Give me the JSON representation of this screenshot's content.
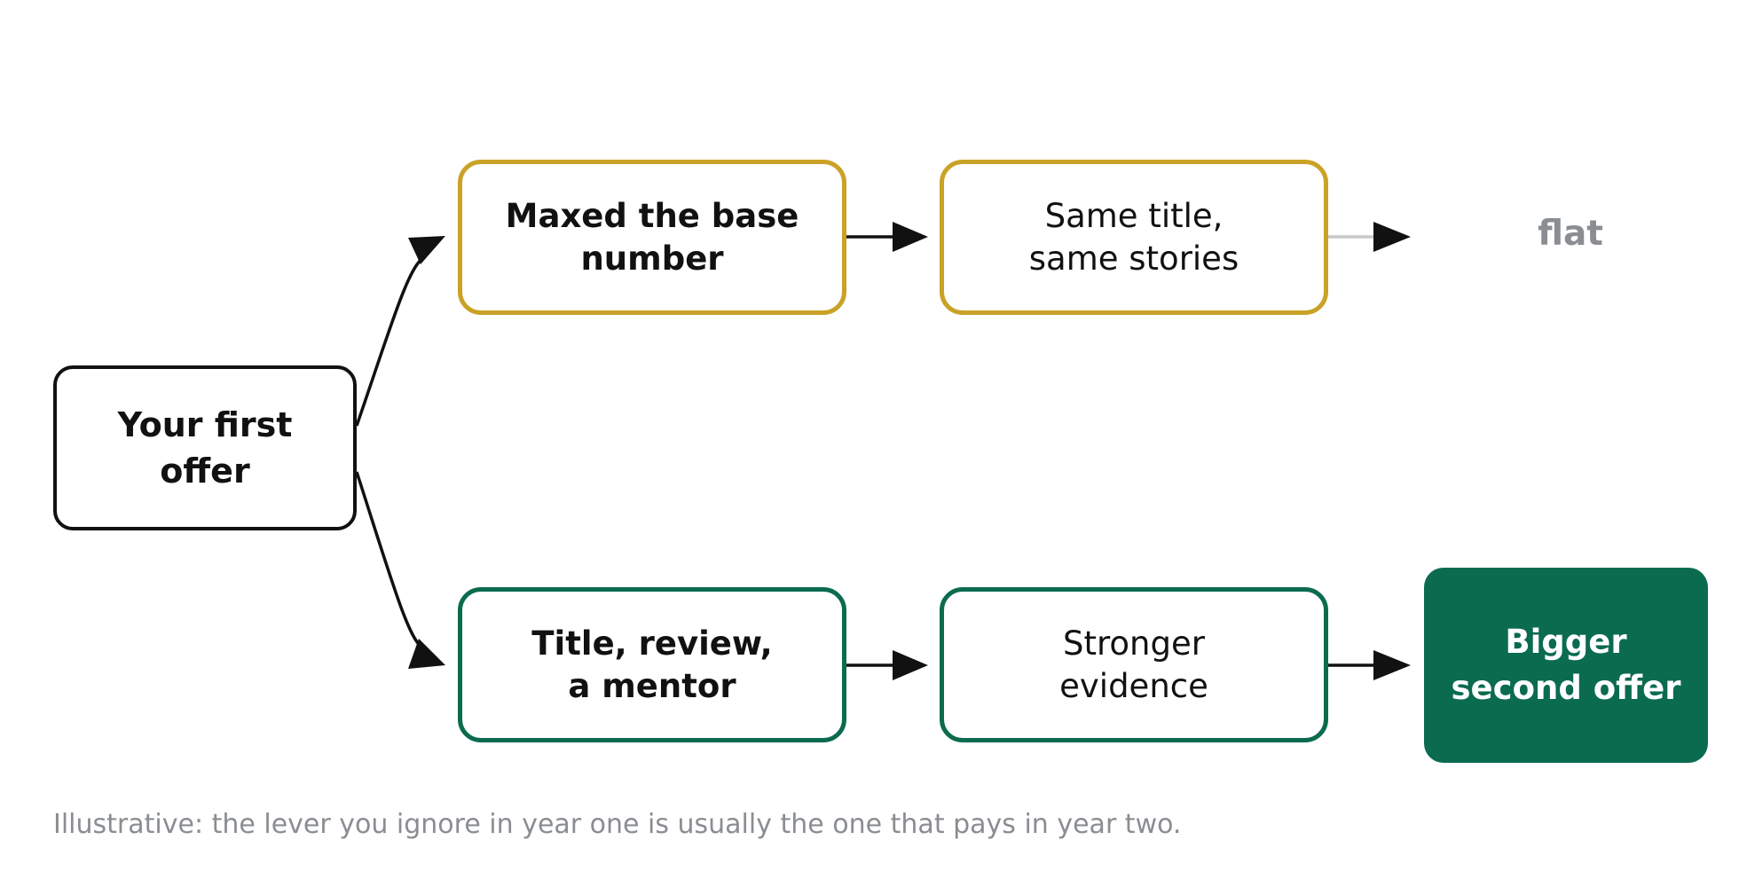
{
  "nodes": {
    "start": "Your first\noffer",
    "top_first": "Maxed the base\nnumber",
    "top_second": "Same title,\nsame stories",
    "top_outcome": "flat",
    "bottom_first": "Title, review,\na mentor",
    "bottom_second": "Stronger\nevidence",
    "bottom_outcome": "Bigger\nsecond offer"
  },
  "footnote": "Illustrative: the lever you ignore in year one is usually the one that pays in year two.",
  "colors": {
    "gold": "#c9a227",
    "green": "#0b6b4f",
    "gray": "#8a8d91",
    "light_gray": "#c8c8c8",
    "black": "#111111"
  }
}
